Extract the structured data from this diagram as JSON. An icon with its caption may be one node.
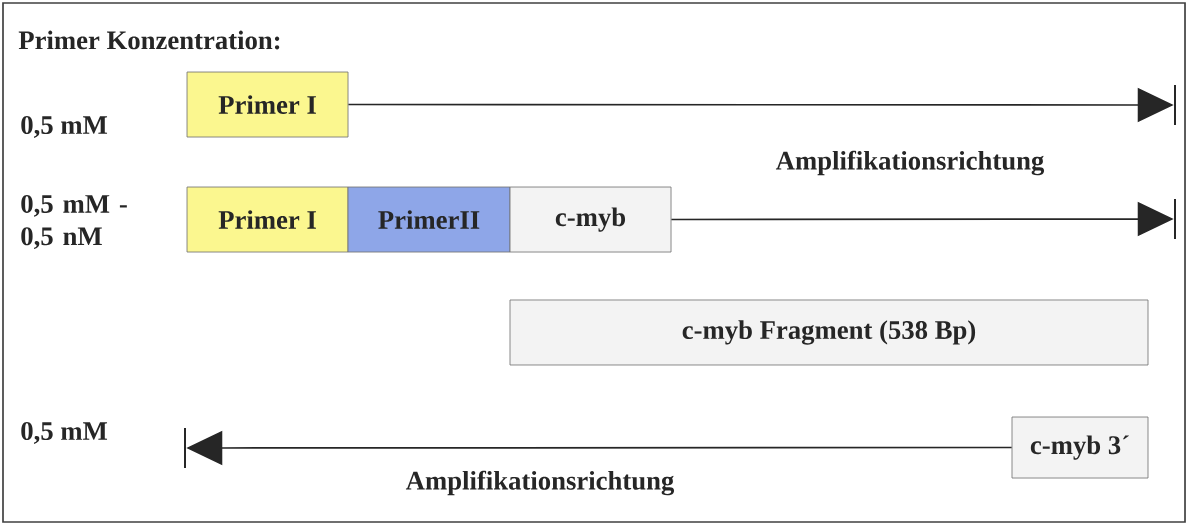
{
  "diagram": {
    "title": "Primer Konzentration:",
    "nodes": [
      {
        "text": [
          "Primer I"
        ]
      },
      {
        "text": [
          "Primer I"
        ]
      },
      {
        "text": [
          "PrimerII"
        ]
      },
      {
        "text": [
          "c-myb"
        ]
      },
      {
        "text": [
          "c-myb Fragment (538 Bp)"
        ]
      },
      {
        "text": [
          "c-myb 3´"
        ]
      },
      {
        "text": [],
        "shape": "bar"
      },
      {
        "text": [],
        "shape": "bar"
      },
      {
        "text": [],
        "shape": "bar"
      }
    ],
    "edges": [
      {
        "from": 0,
        "to": 6,
        "arrow": "to",
        "label": "Amplifikationsrichtung"
      },
      {
        "from": 3,
        "to": 7,
        "arrow": "to"
      },
      {
        "from": 5,
        "to": 8,
        "arrow": "to",
        "label": "Amplifikationsrichtung"
      }
    ],
    "labels": [
      "0,5 mM",
      "0,5 mM - 0,5 nM",
      "0,5 mM"
    ]
  }
}
